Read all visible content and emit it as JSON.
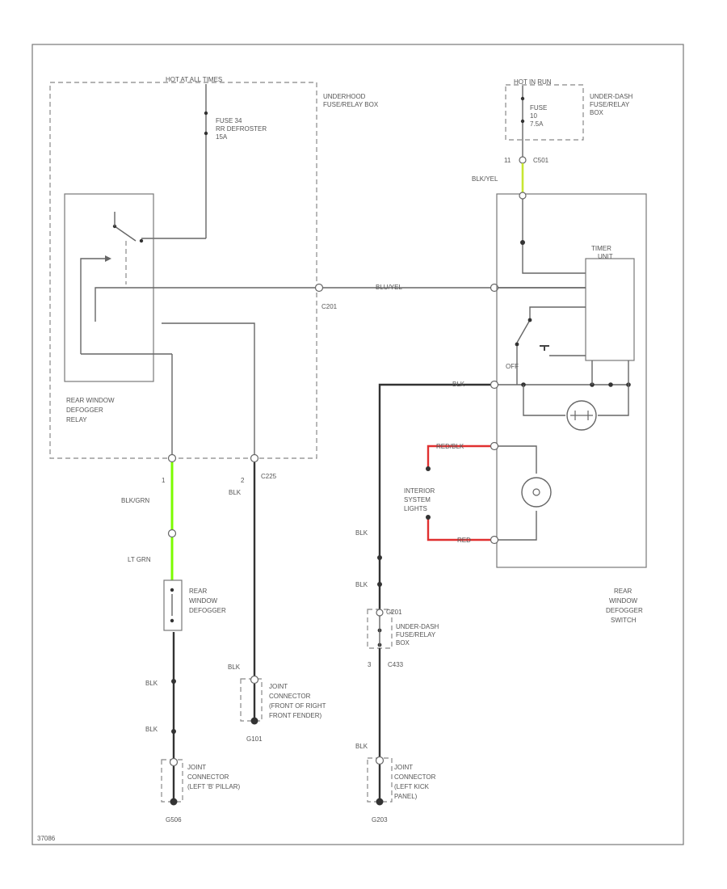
{
  "colors": {
    "green_wire": "#7CFC00",
    "yellow_green_wire": "#C8E632",
    "red_wire": "#E03030",
    "wire": "#666666",
    "ground_wire": "#333333"
  },
  "labels": {
    "hot_at_all_times": "HOT AT ALL TIMES",
    "underhood_box": [
      "UNDERHOOD",
      "FUSE/RELAY BOX"
    ],
    "fuse_left": [
      "FUSE 34",
      "RR DEFROSTER",
      "15A"
    ],
    "relay": [
      "REAR WINDOW",
      "DEFOGGER",
      "RELAY"
    ],
    "c201": "C201",
    "blu_yel": "BLU/YEL",
    "pin1": "1",
    "blk_grn": "BLK/GRN",
    "pin2": "2",
    "blk_a": "BLK",
    "c225": "C225",
    "lt_grn": "LT GRN",
    "defogger": [
      "REAR",
      "WINDOW",
      "DEFOGGER"
    ],
    "blk_b": "BLK",
    "blk_c": "BLK",
    "blk_d": "BLK",
    "joint_left": [
      "JOINT",
      "CONNECTOR",
      "(LEFT 'B' PILLAR)"
    ],
    "g506": "G506",
    "joint_mid": [
      "JOINT",
      "CONNECTOR",
      "(FRONT OF RIGHT",
      "FRONT FENDER)"
    ],
    "g101": "G101",
    "hot_in_run": "HOT IN RUN",
    "underdash_box_top": [
      "UNDER-DASH",
      "FUSE/RELAY",
      "BOX"
    ],
    "fuse_right": [
      "FUSE",
      "10",
      "7.5A"
    ],
    "pin11": "11",
    "c501": "C501",
    "blk_yel": "BLK/YEL",
    "timer_unit": [
      "TIMER",
      "UNIT"
    ],
    "off": "OFF",
    "blk_e": "BLK",
    "interior_lights": [
      "INTERIOR",
      "SYSTEM",
      "LIGHTS"
    ],
    "red_blk": "RED/BLK",
    "red": "RED",
    "blk_f": "BLK",
    "blk_g": "BLK",
    "g201": "G201",
    "underdash_box_bottom": [
      "UNDER-DASH",
      "FUSE/RELAY",
      "BOX"
    ],
    "pin3": "3",
    "c433": "C433",
    "blk_h": "BLK",
    "joint_right": [
      "JOINT",
      "CONNECTOR",
      "(LEFT KICK",
      "PANEL)"
    ],
    "g203": "G203",
    "switch_label": [
      "REAR",
      "WINDOW",
      "DEFOGGER",
      "SWITCH"
    ],
    "figure_id": "37086"
  }
}
